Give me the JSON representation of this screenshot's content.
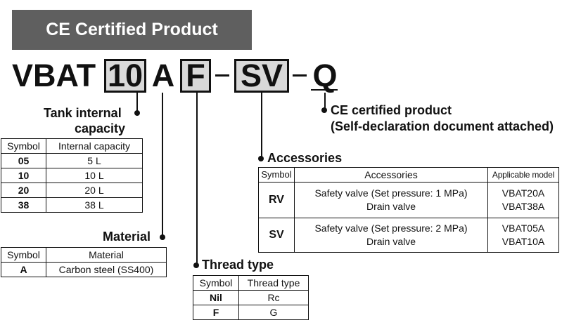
{
  "banner": {
    "title": "CE Certified Product"
  },
  "model": {
    "prefix": "VBAT",
    "size": "10",
    "material": "A",
    "thread": "F",
    "dash": "-",
    "accessory": "SV",
    "ce": "Q"
  },
  "ce": {
    "line1": "CE certified product",
    "line2": "(Self-declaration document attached)"
  },
  "capacity": {
    "label_line1": "Tank internal",
    "label_line2": "capacity",
    "headers": [
      "Symbol",
      "Internal capacity"
    ],
    "rows": [
      {
        "symbol": "05",
        "value": "5 L"
      },
      {
        "symbol": "10",
        "value": "10 L"
      },
      {
        "symbol": "20",
        "value": "20 L"
      },
      {
        "symbol": "38",
        "value": "38 L"
      }
    ]
  },
  "material": {
    "label": "Material",
    "headers": [
      "Symbol",
      "Material"
    ],
    "rows": [
      {
        "symbol": "A",
        "value": "Carbon steel (SS400)"
      }
    ]
  },
  "thread": {
    "label": "Thread type",
    "headers": [
      "Symbol",
      "Thread type"
    ],
    "rows": [
      {
        "symbol": "Nil",
        "value": "Rc"
      },
      {
        "symbol": "F",
        "value": "G"
      }
    ]
  },
  "accessories": {
    "label": "Accessories",
    "headers": [
      "Symbol",
      "Accessories",
      "Applicable model"
    ],
    "rows": [
      {
        "symbol": "RV",
        "line1": "Safety valve (Set pressure: 1 MPa)",
        "line2": "Drain valve",
        "model1": "VBAT20A",
        "model2": "VBAT38A"
      },
      {
        "symbol": "SV",
        "line1": "Safety valve (Set pressure: 2 MPa)",
        "line2": "Drain valve",
        "model1": "VBAT05A",
        "model2": "VBAT10A"
      }
    ]
  }
}
